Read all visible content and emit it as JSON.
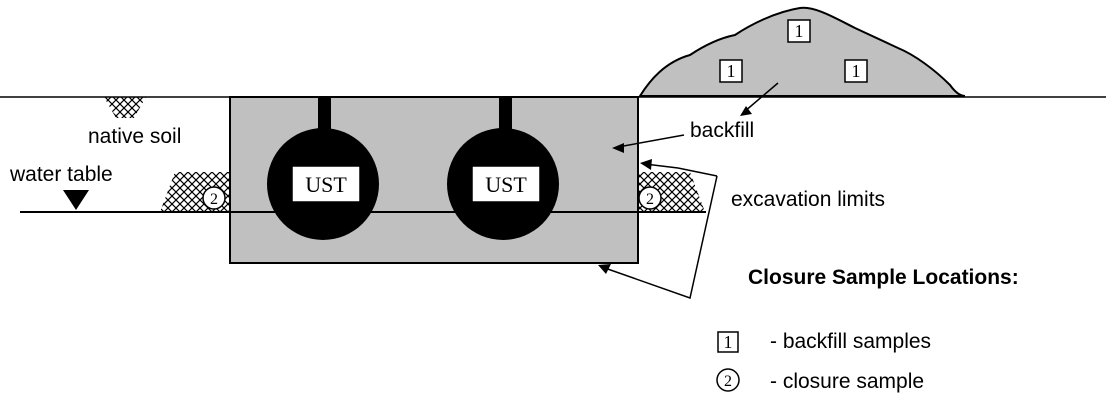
{
  "diagram": {
    "tank_label": "UST",
    "labels": {
      "native_soil": "native soil",
      "water_table": "water table",
      "backfill": "backfill",
      "excavation_limits": "excavation limits"
    },
    "markers": {
      "backfill_sample_number": "1",
      "closure_sample_number": "2"
    },
    "legend": {
      "title": "Closure Sample Locations:",
      "backfill_symbol": "1",
      "backfill_desc": "- backfill samples",
      "closure_symbol": "2",
      "closure_desc": "- closure sample"
    },
    "colors": {
      "fill_gray": "#c0c0c0",
      "tank": "#000000",
      "line": "#000000"
    }
  }
}
